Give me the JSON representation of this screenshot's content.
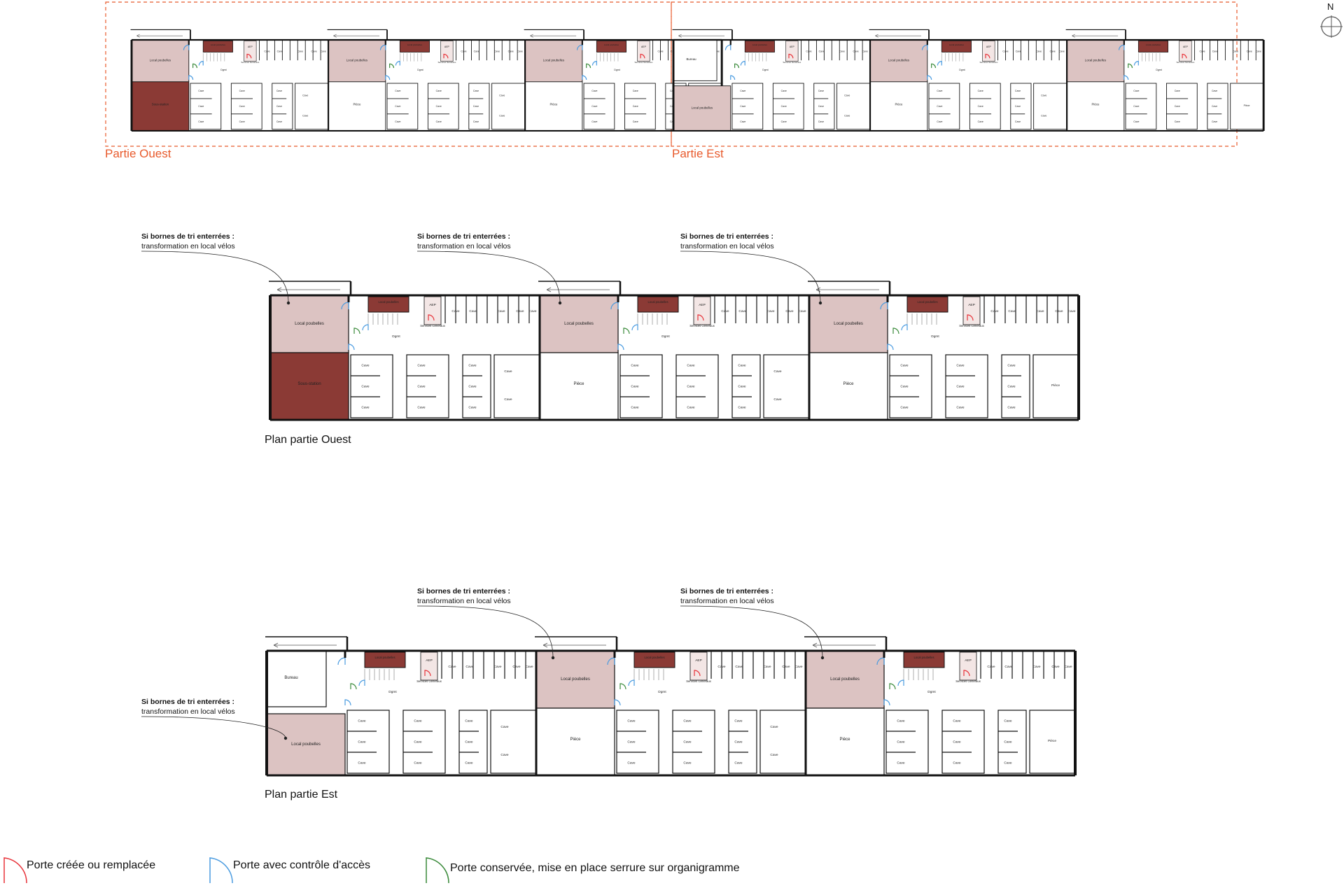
{
  "compass": {
    "north_label": "N"
  },
  "overview": {
    "zones": [
      {
        "label": "Partie Ouest"
      },
      {
        "label": "Partie Est"
      }
    ]
  },
  "annotation": {
    "title": "Si bornes de tri enterrées :",
    "subtitle": "transformation en local vélos"
  },
  "plans": [
    {
      "title": "Plan partie Ouest"
    },
    {
      "title": "Plan partie Est"
    }
  ],
  "rooms": {
    "local_poubelles": "Local poubelles",
    "local_poubelles_small": "Local poubelles",
    "sous_station": "Sous-station",
    "aep": "AEP",
    "services_generaux": "Services Généraux",
    "dgmt": "Dgmt",
    "cave": "Cave",
    "piece": "Pièce",
    "bureau": "Bureau"
  },
  "legend": [
    {
      "label": "Porte créée ou remplacée",
      "color": "#e8333a"
    },
    {
      "label": "Porte avec contrôle d'accès",
      "color": "#4a9be0"
    },
    {
      "label": "Porte conservée, mise en place serrure sur organigramme",
      "color": "#3a8a3a"
    }
  ],
  "colors": {
    "poubelles_fill": "#dcc3c2",
    "dark_fill": "#8b3a35",
    "wall": "#111111",
    "zone_outline": "#e85a2c"
  }
}
